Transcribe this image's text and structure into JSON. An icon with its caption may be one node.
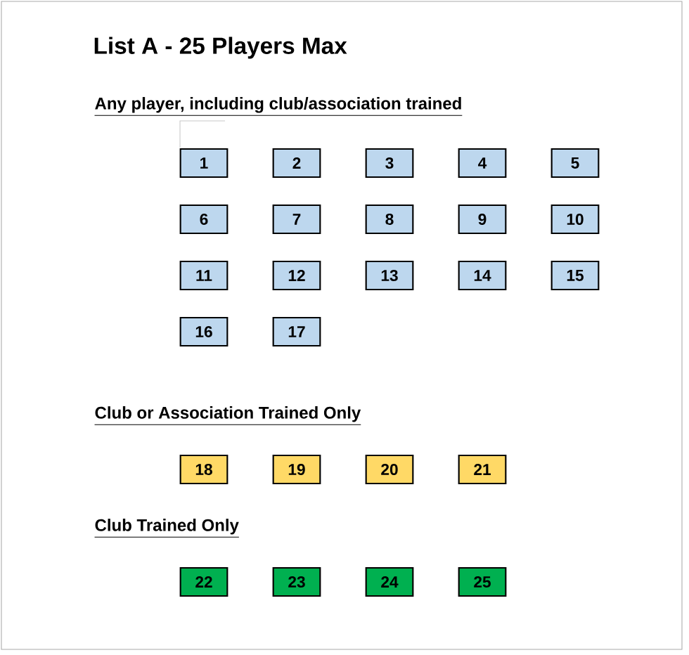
{
  "diagram": {
    "title": "List A - 25 Players Max",
    "nodes": [
      {
        "text": [
          "1"
        ]
      },
      {
        "text": [
          "2"
        ]
      },
      {
        "text": [
          "3"
        ]
      },
      {
        "text": [
          "4"
        ]
      },
      {
        "text": [
          "5"
        ]
      },
      {
        "text": [
          "6"
        ]
      },
      {
        "text": [
          "7"
        ]
      },
      {
        "text": [
          "8"
        ]
      },
      {
        "text": [
          "9"
        ]
      },
      {
        "text": [
          "10"
        ]
      },
      {
        "text": [
          "11"
        ]
      },
      {
        "text": [
          "12"
        ]
      },
      {
        "text": [
          "13"
        ]
      },
      {
        "text": [
          "14"
        ]
      },
      {
        "text": [
          "15"
        ]
      },
      {
        "text": [
          "16"
        ]
      },
      {
        "text": [
          "17"
        ]
      },
      {
        "text": [
          "18"
        ]
      },
      {
        "text": [
          "19"
        ]
      },
      {
        "text": [
          "20"
        ]
      },
      {
        "text": [
          "21"
        ]
      },
      {
        "text": [
          "22"
        ]
      },
      {
        "text": [
          "23"
        ]
      },
      {
        "text": [
          "24"
        ]
      },
      {
        "text": [
          "25"
        ]
      }
    ],
    "edges": [],
    "labels": [
      "Any player, including club/association trained",
      "Club or Association Trained Only",
      "Club Trained Only"
    ]
  }
}
